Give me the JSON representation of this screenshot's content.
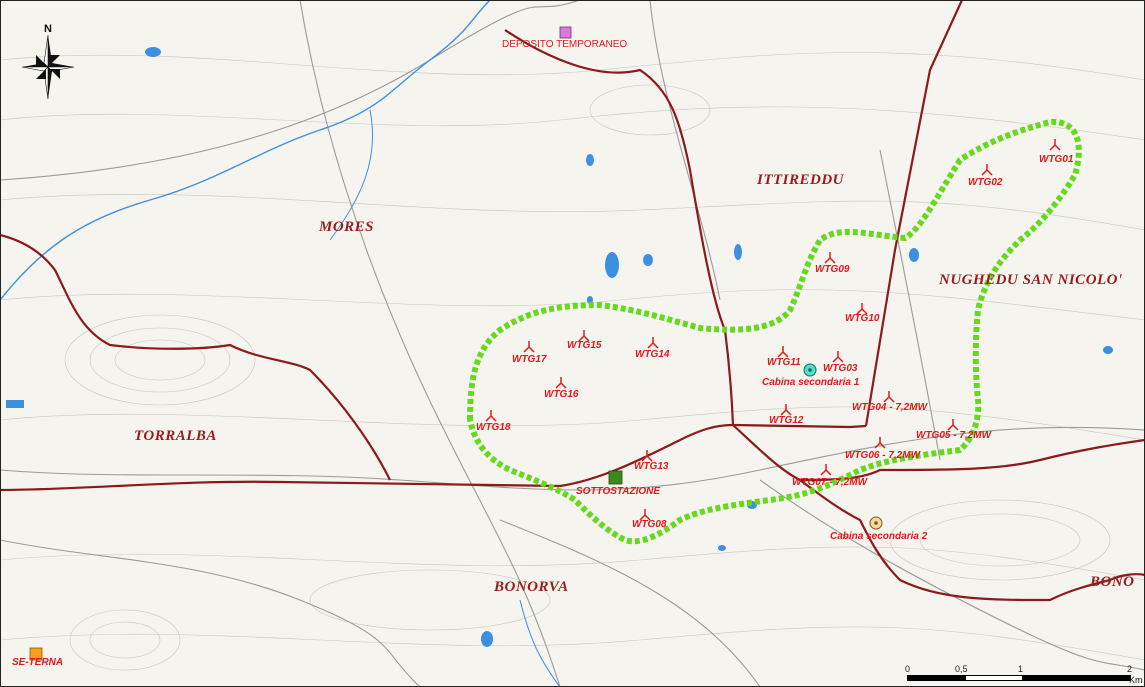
{
  "towns": {
    "ittireddu": "ITTIREDDU",
    "mores": "MORES",
    "nughedu": "NUGHEDU SAN NICOLO'",
    "torralba": "TORRALBA",
    "bonorva": "BONORVA",
    "bono": "BONO"
  },
  "facilities": {
    "deposito": "DEPOSITO TEMPORANEO",
    "sottostazione": "SOTTOSTAZIONE",
    "cabina1": "Cabina secondaria 1",
    "cabina2": "Cabina secondaria 2",
    "seterna": "SE-TERNA"
  },
  "turbines": {
    "wtg01": "WTG01",
    "wtg02": "WTG02",
    "wtg03": "WTG03",
    "wtg04": "WTG04 - 7,2MW",
    "wtg05": "WTG05 - 7,2MW",
    "wtg06": "WTG06 - 7,2MW",
    "wtg07": "WTG07 - 7,2MW",
    "wtg08": "WTG08",
    "wtg09": "WTG09",
    "wtg10": "WTG10",
    "wtg11": "WTG11",
    "wtg12": "WTG12",
    "wtg13": "WTG13",
    "wtg14": "WTG14",
    "wtg15": "WTG15",
    "wtg16": "WTG16",
    "wtg17": "WTG17",
    "wtg18": "WTG18"
  },
  "compass": {
    "north": "N"
  },
  "scale": {
    "t0": "0",
    "t1": "0,5",
    "t2": "1",
    "t3": "2",
    "unit": "Km"
  },
  "colors": {
    "boundary": "#8b1a1a",
    "area": "#66d91f",
    "turbine": "#e0191b",
    "water": "#3d8fe0",
    "substation": "#3a8a1f",
    "deposito": "#d97ad9",
    "seterna": "#f2a11b"
  }
}
